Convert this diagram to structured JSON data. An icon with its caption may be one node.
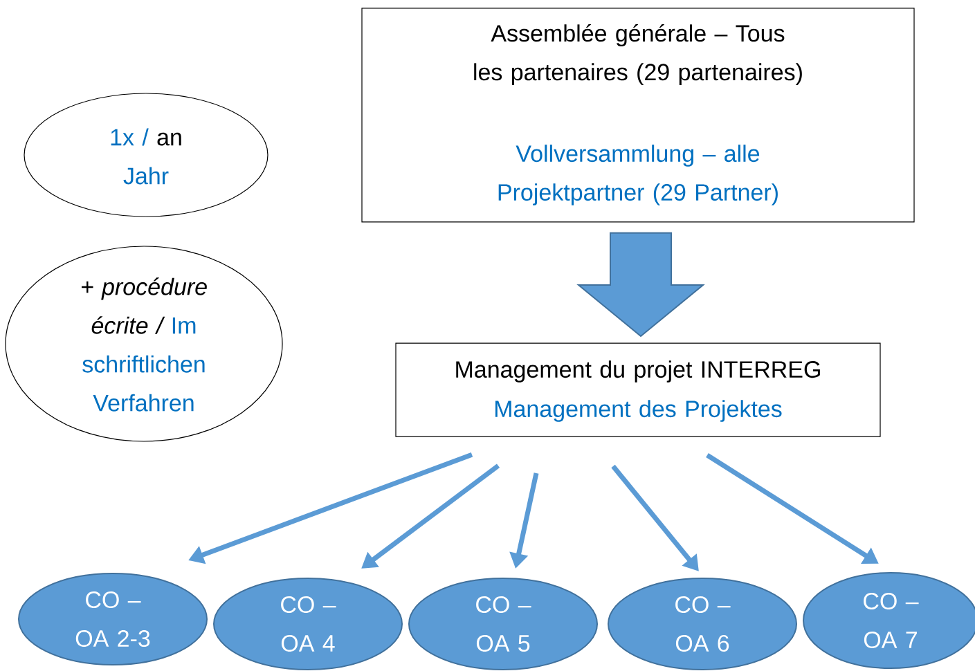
{
  "diagram": {
    "nodes": [
      {
        "text": [
          "Assemblée générale – Tous les partenaires (29 partenaires)",
          "Vollversammlung – alle Projektpartner (29 Partner)"
        ]
      },
      {
        "text": [
          "1x /",
          "an",
          "Jahr"
        ]
      },
      {
        "text": [
          "+ procédure écrite /",
          "Im schriftlichen Verfahren"
        ]
      },
      {
        "text": [
          "Management du projet INTERREG",
          "Management des Projektes"
        ]
      },
      {
        "text": [
          "CO – OA 2-3"
        ]
      },
      {
        "text": [
          "CO – OA 4"
        ]
      },
      {
        "text": [
          "CO – OA 5"
        ]
      },
      {
        "text": [
          "CO – OA 6"
        ]
      },
      {
        "text": [
          "CO – OA 7"
        ]
      }
    ],
    "edges": [
      {
        "from": 0,
        "to": 3,
        "arrow": "to",
        "style": "thick"
      },
      {
        "from": 3,
        "to": 4,
        "arrow": "to"
      },
      {
        "from": 3,
        "to": 5,
        "arrow": "to"
      },
      {
        "from": 3,
        "to": 6,
        "arrow": "to"
      },
      {
        "from": 3,
        "to": 7,
        "arrow": "to"
      },
      {
        "from": 3,
        "to": 8,
        "arrow": "to"
      }
    ]
  }
}
